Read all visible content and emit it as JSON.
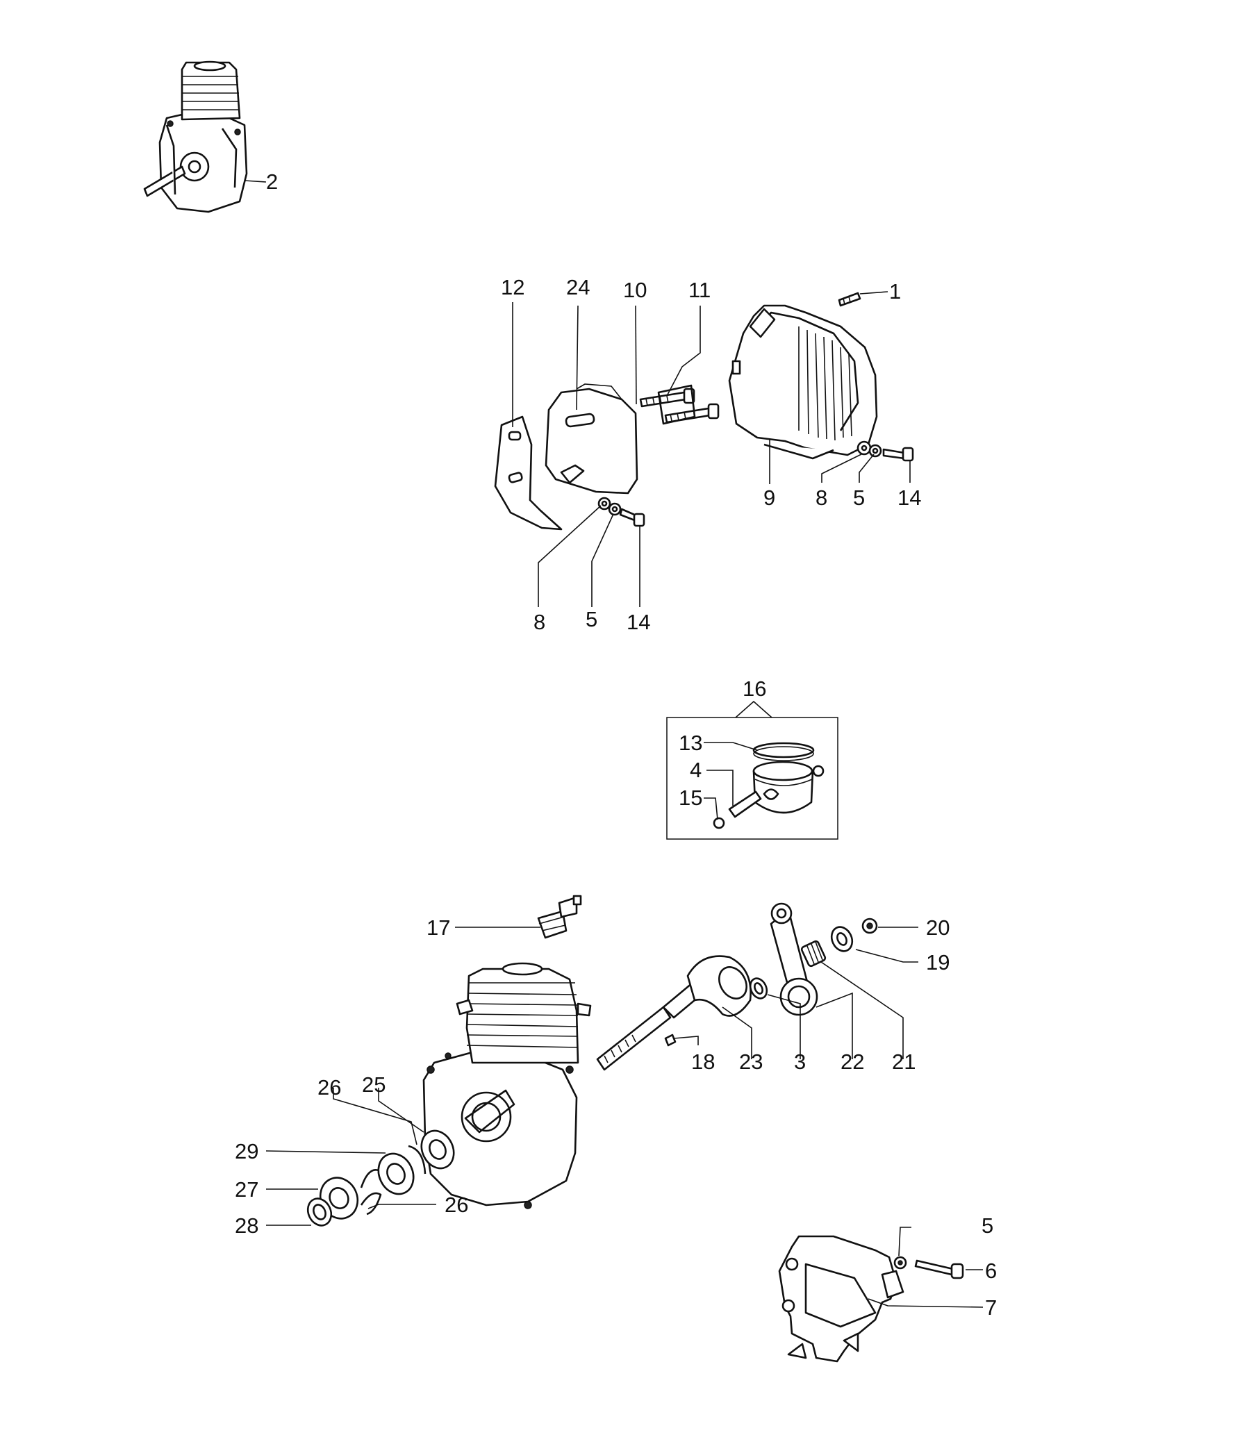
{
  "labels": {
    "l1": "1",
    "l2": "2",
    "l3": "3",
    "l4": "4",
    "l5a": "5",
    "l5b": "5",
    "l5c": "5",
    "l6": "6",
    "l7": "7",
    "l8a": "8",
    "l8b": "8",
    "l9": "9",
    "l10": "10",
    "l11": "11",
    "l12": "12",
    "l13": "13",
    "l14a": "14",
    "l14b": "14",
    "l15": "15",
    "l16": "16",
    "l17": "17",
    "l18": "18",
    "l19": "19",
    "l20": "20",
    "l21": "21",
    "l22": "22",
    "l23": "23",
    "l24": "24",
    "l25": "25",
    "l26a": "26",
    "l26b": "26",
    "l27": "27",
    "l28": "28",
    "l29": "29"
  }
}
